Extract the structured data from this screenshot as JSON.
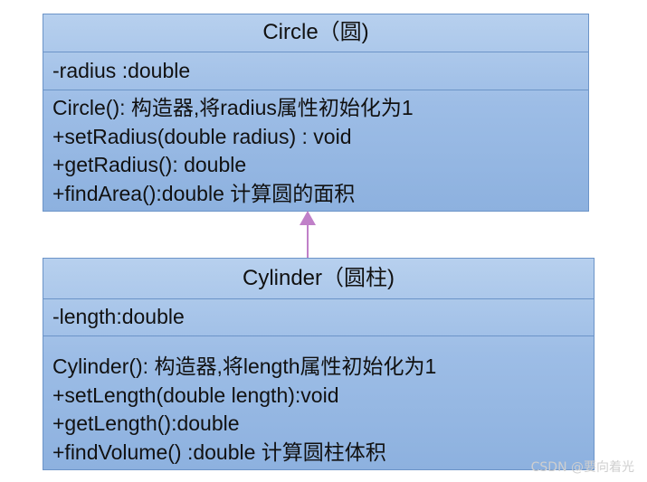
{
  "circle": {
    "title": "Circle（圆)",
    "attributes": [
      "-radius :double"
    ],
    "methods": [
      "Circle(): 构造器,将radius属性初始化为1",
      "+setRadius(double radius) : void",
      "+getRadius(): double",
      "+findArea():double  计算圆的面积"
    ]
  },
  "cylinder": {
    "title": "Cylinder（圆柱)",
    "attributes": [
      "-length:double"
    ],
    "methods": [
      "Cylinder():  构造器,将length属性初始化为1",
      "+setLength(double length):void",
      "+getLength():double",
      "+findVolume() :double   计算圆柱体积"
    ]
  },
  "relationship": {
    "type": "inheritance",
    "color": "#c080c8"
  },
  "colors": {
    "box_fill": "#9dbde6",
    "box_border": "#6c94c8"
  },
  "watermark": "CSDN @要向着光"
}
